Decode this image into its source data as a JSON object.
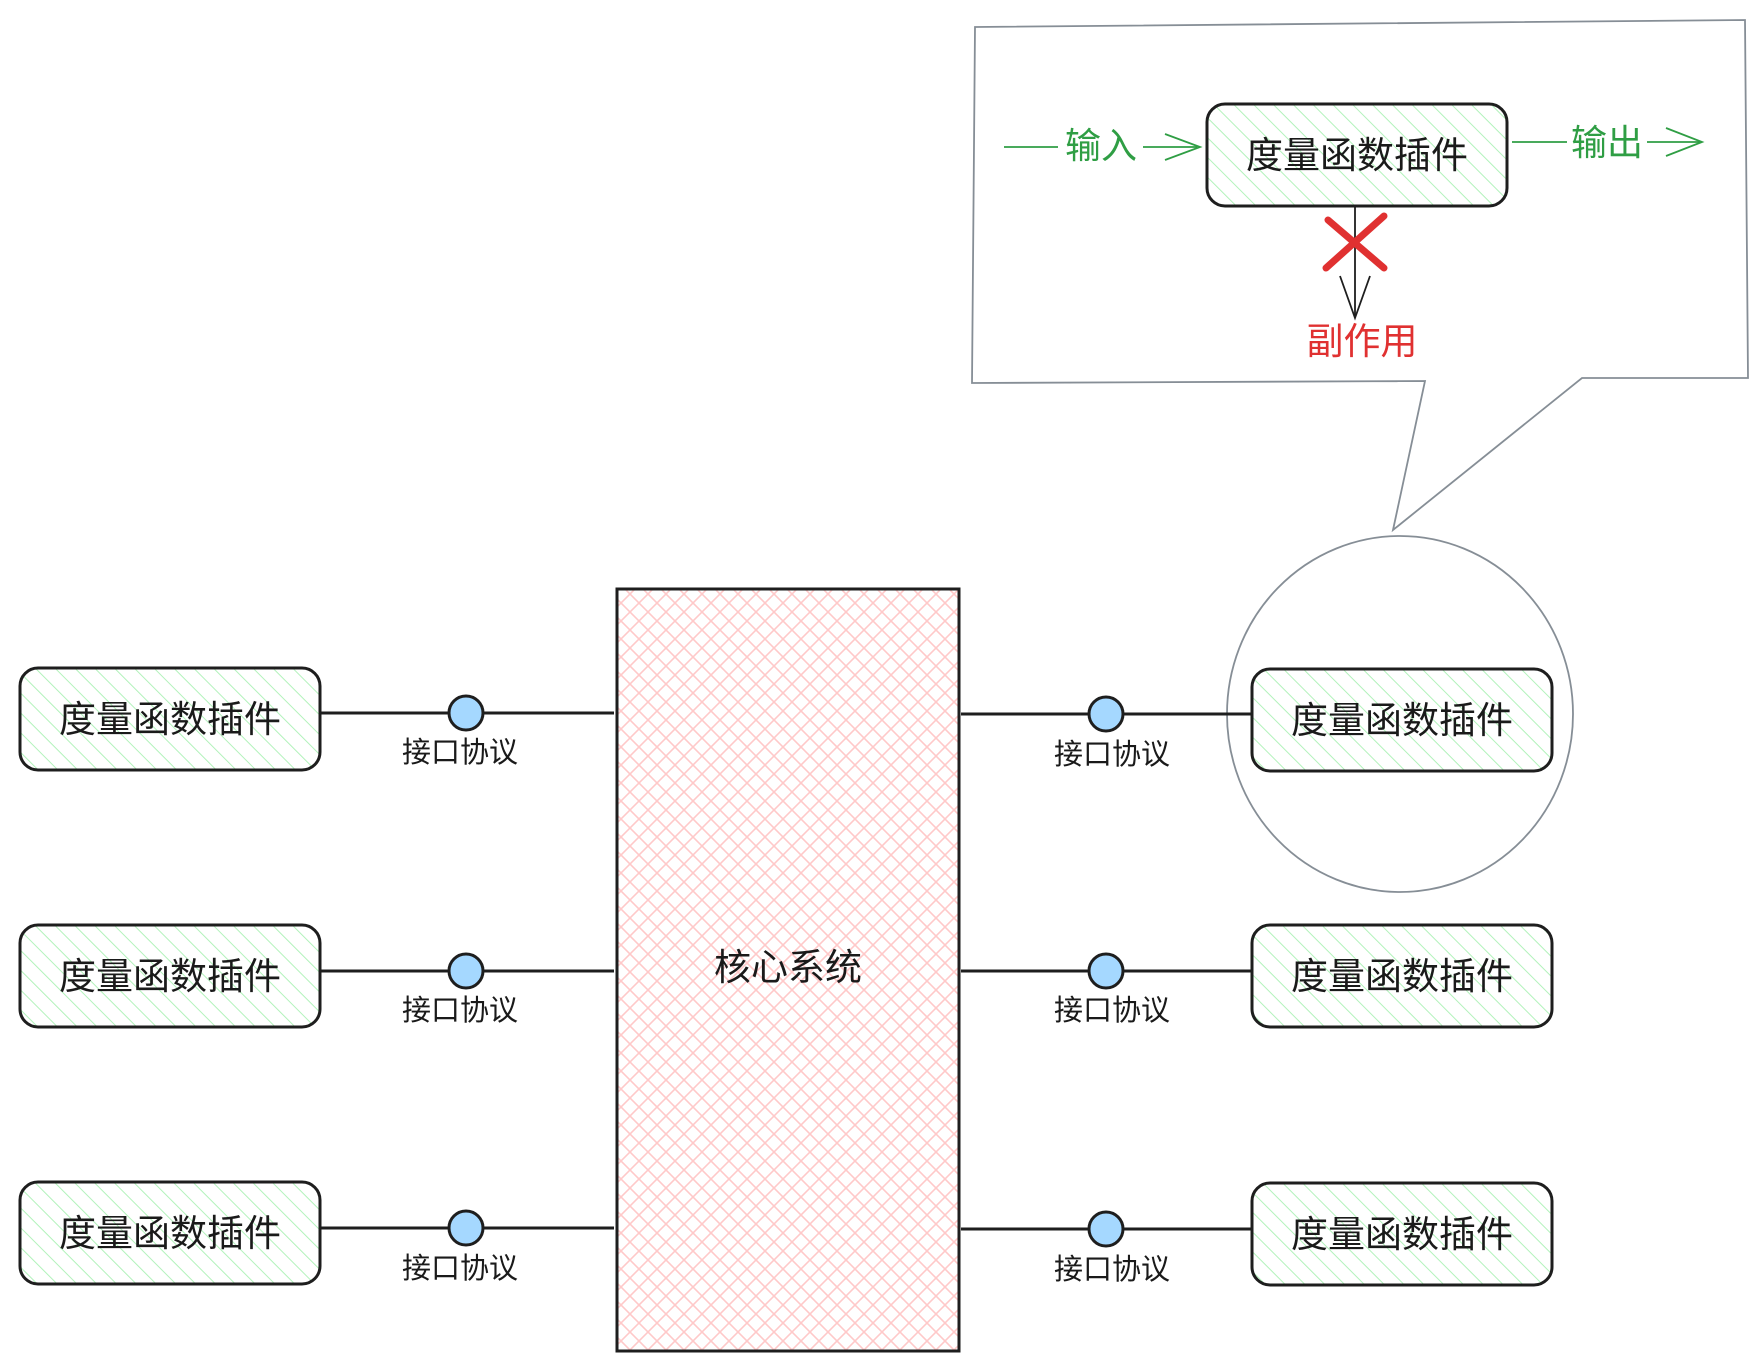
{
  "core": {
    "label": "核心系统"
  },
  "left_plugins": [
    {
      "label": "度量函数插件",
      "interface": "接口协议"
    },
    {
      "label": "度量函数插件",
      "interface": "接口协议"
    },
    {
      "label": "度量函数插件",
      "interface": "接口协议"
    }
  ],
  "right_plugins": [
    {
      "label": "度量函数插件",
      "interface": "接口协议"
    },
    {
      "label": "度量函数插件",
      "interface": "接口协议"
    },
    {
      "label": "度量函数插件",
      "interface": "接口协议"
    }
  ],
  "callout": {
    "plugin_label": "度量函数插件",
    "input_label": "输入",
    "output_label": "输出",
    "side_effect_label": "副作用"
  },
  "colors": {
    "plugin_fill_hatch": "#b2f2bb",
    "core_hatch": "#ffc9c9",
    "interface_dot": "#a5d8ff",
    "stroke": "#1e1e1e",
    "green": "#2f9e44",
    "red": "#e03131",
    "callout_border": "#868e96"
  }
}
